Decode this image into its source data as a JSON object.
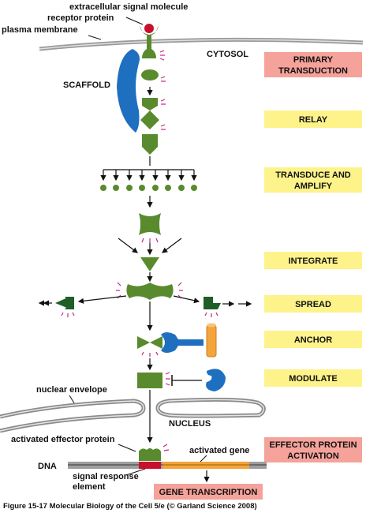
{
  "labels": {
    "signal_molecule": "extracellular signal molecule",
    "receptor": "receptor protein",
    "plasma_membrane": "plasma membrane",
    "cytosol": "CYTOSOL",
    "scaffold": "SCAFFOLD",
    "nuclear_envelope": "nuclear envelope",
    "nucleus": "NUCLEUS",
    "effector": "activated effector protein",
    "dna": "DNA",
    "activated_gene": "activated gene",
    "signal_response_1": "signal response",
    "signal_response_2": "element"
  },
  "stages": [
    {
      "line1": "PRIMARY",
      "line2": "TRANSDUCTION",
      "color": "#f5a29a"
    },
    {
      "line1": "RELAY",
      "line2": "",
      "color": "#fdf38a"
    },
    {
      "line1": "TRANSDUCE AND",
      "line2": "AMPLIFY",
      "color": "#fdf38a"
    },
    {
      "line1": "INTEGRATE",
      "line2": "",
      "color": "#fdf38a"
    },
    {
      "line1": "SPREAD",
      "line2": "",
      "color": "#fdf38a"
    },
    {
      "line1": "ANCHOR",
      "line2": "",
      "color": "#fdf38a"
    },
    {
      "line1": "MODULATE",
      "line2": "",
      "color": "#fdf38a"
    },
    {
      "line1": "EFFECTOR PROTEIN",
      "line2": "ACTIVATION",
      "color": "#f5a29a"
    },
    {
      "line1": "GENE TRANSCRIPTION",
      "line2": "",
      "color": "#f5a29a"
    }
  ],
  "caption": "Figure 15-17  Molecular Biology of the Cell 5/e (© Garland Science 2008)",
  "colors": {
    "protein_green": "#5a8a2e",
    "scaffold_blue": "#1f6fc0",
    "signal_red": "#c8102e",
    "activation_magenta": "#c0268a",
    "anchor_orange": "#f3a43b",
    "membrane_gray": "#8a8a8a"
  }
}
